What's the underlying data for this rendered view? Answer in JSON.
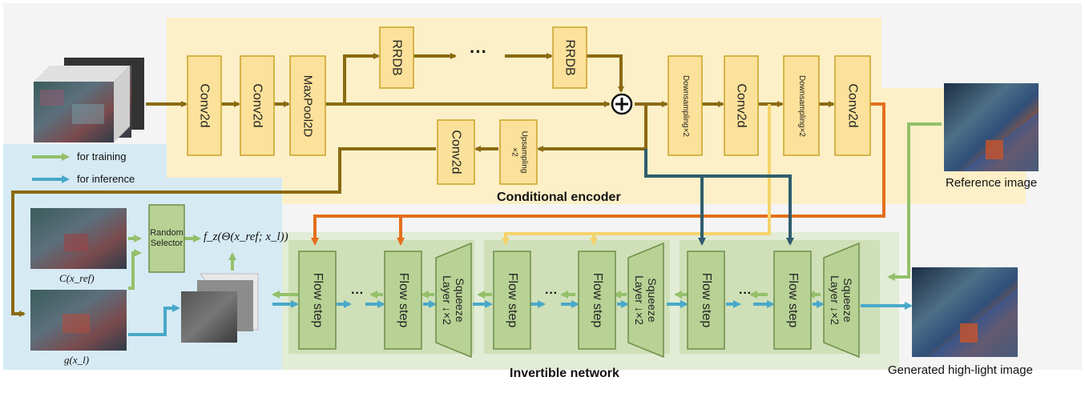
{
  "legend": {
    "training": "for training",
    "inference": "for inference"
  },
  "encoder": {
    "title": "Conditional encoder",
    "conv2d": "Conv2d",
    "maxpool": "MaxPool2D",
    "rrdb": "RRDB",
    "ellipsis": "···",
    "downsampling": "Downsampling×2",
    "upsampling_line1": "Upsampling",
    "upsampling_line2": "×2"
  },
  "invertible": {
    "title": "Invertible network",
    "flow_step": "Flow step",
    "squeeze_line1": "Squeeze",
    "squeeze_line2": "Layer ↓×2",
    "ellipsis": "···"
  },
  "selector": {
    "line1": "Random",
    "line2": "Selector"
  },
  "formulas": {
    "c_ref": "C(x_ref)",
    "g_xl": "g(x_l)",
    "fz": "f_z(Θ(x_ref; x_l))"
  },
  "images": {
    "reference": "Reference image",
    "generated": "Generated high-light image"
  },
  "colors": {
    "encoder_bg": "#fdf0c8",
    "inference_bg": "#d6eaf4",
    "invertible_bg": "#e2ecd6",
    "block_fill": "#fbe19a",
    "block_stroke": "#c9a227",
    "flow_fill": "#b7d294",
    "flow_stroke": "#6f8e4a",
    "arrow_brown": "#8a6a12",
    "arrow_orange": "#e46f1c",
    "arrow_yellow": "#f6d36b",
    "arrow_teal": "#2f5d6e",
    "arrow_green": "#94c06a",
    "arrow_blue": "#49a9c9"
  }
}
